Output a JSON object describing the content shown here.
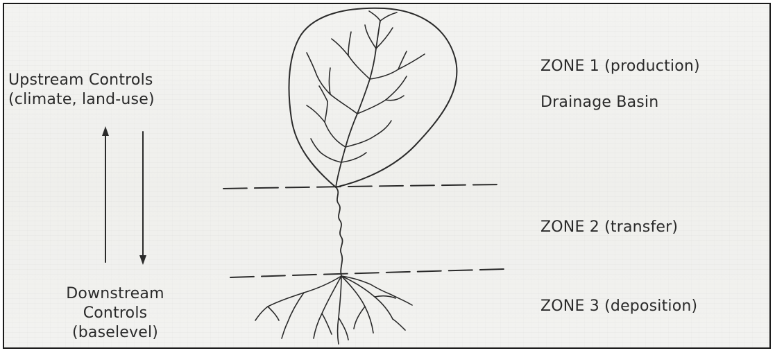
{
  "controls": {
    "upstream": {
      "line1": "Upstream Controls",
      "line2": "(climate, land-use)"
    },
    "downstream": {
      "line1": "Downstream",
      "line2": "Controls",
      "line3": "(baselevel)"
    }
  },
  "zones": {
    "zone1": "ZONE 1 (production)",
    "zone1_sub": "Drainage Basin",
    "zone2": "ZONE 2 (transfer)",
    "zone3": "ZONE 3 (deposition)"
  },
  "colors": {
    "ink": "#2a2a2a",
    "paper": "#f1f1ef",
    "border": "#1a1a1a"
  }
}
